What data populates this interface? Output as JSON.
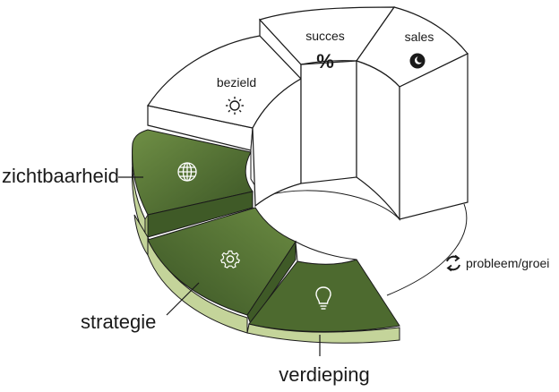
{
  "segments": {
    "bezield": {
      "label": "bezield",
      "icon": "sun-icon"
    },
    "succes": {
      "label": "succes",
      "icon": "percent-icon"
    },
    "sales": {
      "label": "sales",
      "icon": "moon-icon"
    },
    "zichtbaarheid": {
      "label": "zichtbaarheid",
      "icon": "globe-icon"
    },
    "strategie": {
      "label": "strategie",
      "icon": "gear-icon"
    },
    "verdieping": {
      "label": "verdieping",
      "icon": "lightbulb-icon"
    }
  },
  "annotation": {
    "label": "probleem/groei",
    "icon": "refresh-icon"
  },
  "colors": {
    "green_dark": "#3f5a27",
    "green_mid": "#5b7a37",
    "green_side": "#c4d49a",
    "green_side_dark": "#a9bd78",
    "outline": "#1a1a1a",
    "white": "#ffffff"
  }
}
